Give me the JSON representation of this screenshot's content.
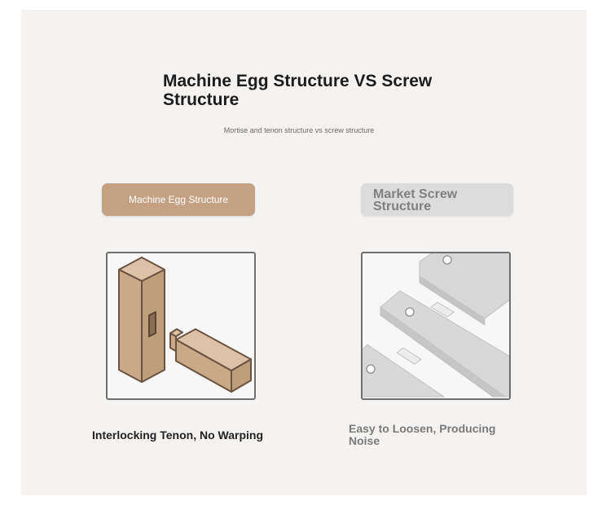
{
  "colors": {
    "panel_bg": "#f4f3f2",
    "wood_accent": "#c4a183",
    "screw_gray": "#dddcdc"
  },
  "header": {
    "title": "Machine Egg Structure VS Screw Structure",
    "subtitle": "Mortise and tenon structure vs screw structure"
  },
  "left": {
    "label": "Machine Egg Structure",
    "icon": "mortise-tenon-joint-icon",
    "caption": "Interlocking Tenon, No Warping"
  },
  "right": {
    "label": "Market Screw Structure",
    "icon": "screwed-slats-icon",
    "caption": "Easy to Loosen, Producing Noise"
  }
}
